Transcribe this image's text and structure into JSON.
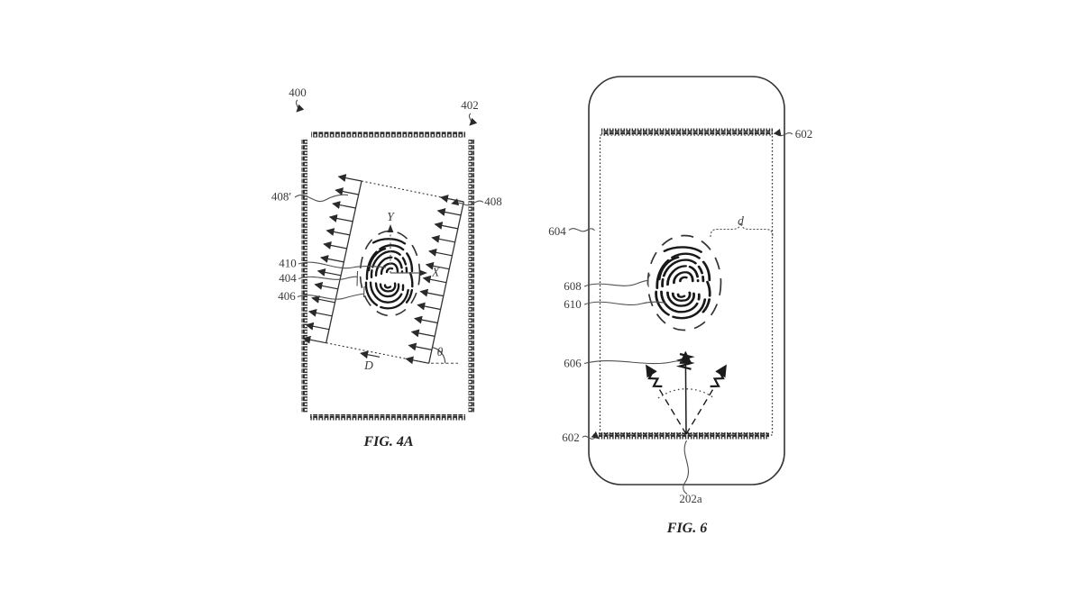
{
  "colors": {
    "background": "#ffffff",
    "ink": "#333333",
    "text": "#3b3b3b"
  },
  "fig4a": {
    "caption": "FIG. 4A",
    "labels": {
      "ref400": "400",
      "ref402": "402",
      "ref408p": "408′",
      "ref408": "408",
      "ref410": "410",
      "ref404": "404",
      "ref406": "406",
      "axis_y": "Y",
      "axis_x": "X",
      "angle_theta": "θ",
      "scan_direction": "D"
    }
  },
  "fig6": {
    "caption": "FIG. 6",
    "labels": {
      "ref602_top": "602",
      "distance_d": "d",
      "ref604": "604",
      "ref608": "608",
      "ref610": "610",
      "ref606": "606",
      "ref602_bottom": "602",
      "ref202a": "202a"
    }
  }
}
